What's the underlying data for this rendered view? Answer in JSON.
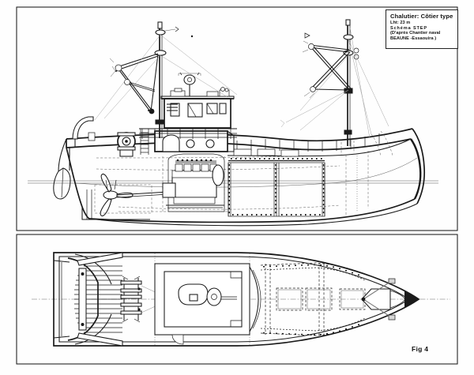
{
  "document": {
    "type": "technical-drawing",
    "subject": "naval architecture general arrangement",
    "sheet_background": "#fefefe",
    "ink_color": "#1a1a1a"
  },
  "title_block": {
    "name": "title-block",
    "title": "Chalutier: Côtier type",
    "lines": [
      "Lht: 23 m",
      "Schéma STEP",
      "(D'après Chantier naval",
      " BEAUNE -Essaouira )"
    ]
  },
  "figure_label": {
    "text": "Fig 4"
  },
  "views": [
    {
      "name": "side-elevation-view",
      "label": "profile / longitudinal section",
      "position": "top panel"
    },
    {
      "name": "deck-plan-view",
      "label": "deck plan",
      "position": "bottom panel"
    }
  ],
  "features": {
    "side": [
      "main mast",
      "foremast",
      "gallows derrick",
      "wheelhouse",
      "bulwark railing",
      "trawl winch",
      "main engine",
      "propeller",
      "rudder",
      "fish hold",
      "waterline"
    ],
    "plan": [
      "stern ramp",
      "deck planking",
      "winch drums",
      "deckhouse",
      "hatches",
      "bow anchor gear",
      "centreline"
    ]
  }
}
